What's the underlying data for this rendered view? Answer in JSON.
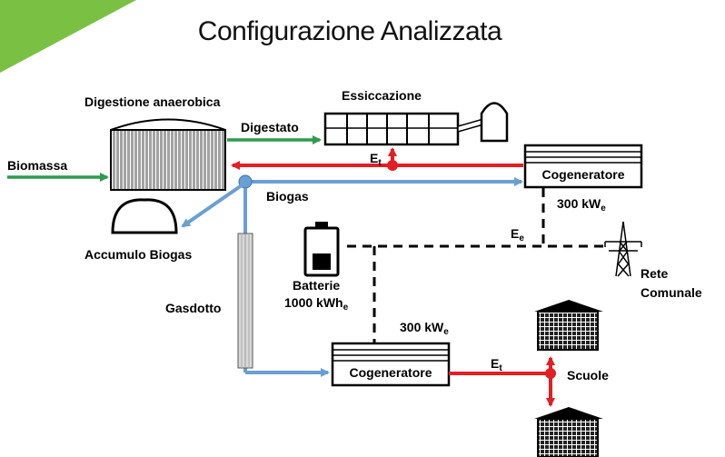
{
  "title": "Configurazione Analizzata",
  "labels": {
    "digestione": "Digestione anaerobica",
    "essiccazione": "Essiccazione",
    "digestato": "Digestato",
    "biomassa": "Biomassa",
    "biogas": "Biogas",
    "accumulo": "Accumulo Biogas",
    "gasdotto": "Gasdotto",
    "batterie_line1": "Batterie",
    "batterie_line2": "1000 kWh",
    "batterie_sub": "e",
    "cogen_top": "Cogeneratore",
    "cogen_bottom": "Cogeneratore",
    "power_top": "300 kW",
    "power_top_sub": "e",
    "power_bottom": "300 kW",
    "power_bottom_sub": "e",
    "et_top": "E",
    "et_top_sub": "t",
    "et_bottom": "E",
    "et_bottom_sub": "t",
    "ee": "E",
    "ee_sub": "e",
    "rete_line1": "Rete",
    "rete_line2": "Comunale",
    "scuole": "Scuole"
  },
  "colors": {
    "green": "#2e9a4f",
    "red": "#e31e24",
    "blue": "#6a9fd4",
    "accent": "#7ac143"
  }
}
